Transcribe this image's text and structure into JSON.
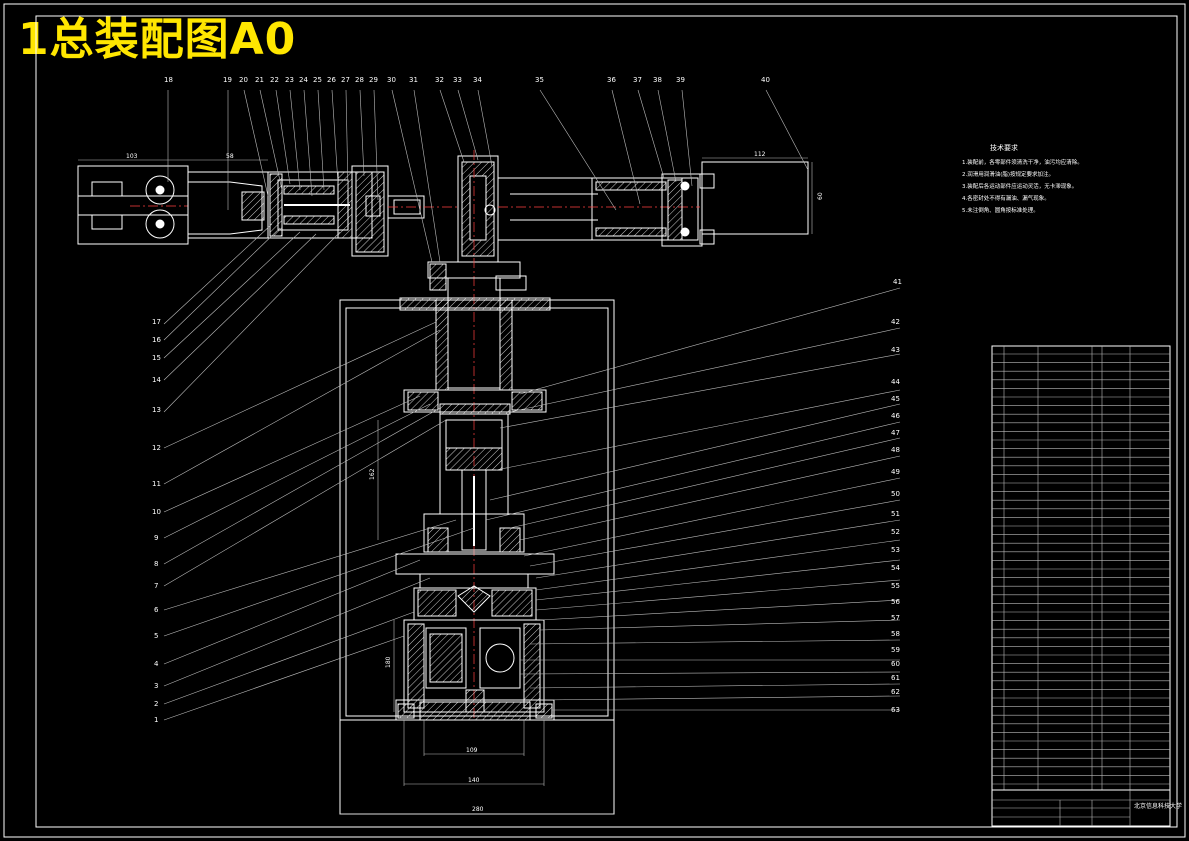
{
  "title": "1总装配图A0",
  "tech_requirements": {
    "heading": "技术要求",
    "lines": [
      "1.装配前，各零部件须清洗干净，油污均应清除。",
      "2.润滑用润滑油(脂)按规定要求加注。",
      "3.装配后各运动部件应运动灵活，无卡滞现象。",
      "4.各密封处不得有漏油、漏气现象。",
      "5.未注倒角、圆角按标准处理。"
    ]
  },
  "callouts_top": [
    "18",
    "19",
    "20",
    "21",
    "22",
    "23",
    "24",
    "25",
    "26",
    "27",
    "28",
    "29",
    "30",
    "31",
    "32",
    "33",
    "34",
    "35",
    "36",
    "37",
    "38",
    "39",
    "40"
  ],
  "callouts_left": [
    "17",
    "16",
    "15",
    "14",
    "13",
    "12",
    "11",
    "10",
    "9",
    "8",
    "7",
    "6",
    "5",
    "4",
    "3",
    "2",
    "1"
  ],
  "callouts_right": [
    "41",
    "42",
    "43",
    "44",
    "45",
    "46",
    "47",
    "48",
    "49",
    "50",
    "51",
    "52",
    "53",
    "54",
    "55",
    "56",
    "57",
    "58",
    "59",
    "60",
    "61",
    "62",
    "63"
  ],
  "dimensions": {
    "d_103": "103",
    "d_58": "58",
    "d_112": "112",
    "d_60": "60",
    "d_109": "109",
    "d_140": "140",
    "d_280": "280",
    "d_162": "162",
    "d_180": "180"
  },
  "title_block": {
    "school": "北京信息科技大学"
  }
}
